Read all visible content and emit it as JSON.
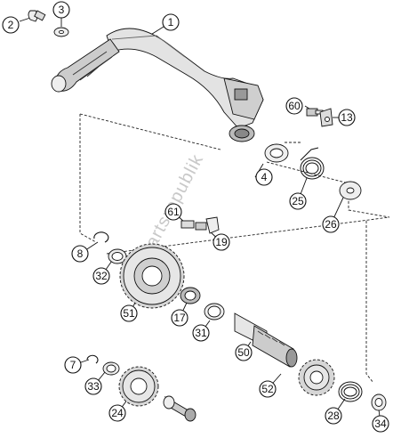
{
  "watermark": "Partsrepublik",
  "callouts": [
    {
      "id": "c2",
      "label": "2"
    },
    {
      "id": "c3",
      "label": "3"
    },
    {
      "id": "c1",
      "label": "1"
    },
    {
      "id": "c60",
      "label": "60"
    },
    {
      "id": "c13",
      "label": "13"
    },
    {
      "id": "c4",
      "label": "4"
    },
    {
      "id": "c25",
      "label": "25"
    },
    {
      "id": "c26",
      "label": "26"
    },
    {
      "id": "c61",
      "label": "61"
    },
    {
      "id": "c19",
      "label": "19"
    },
    {
      "id": "c8",
      "label": "8"
    },
    {
      "id": "c32",
      "label": "32"
    },
    {
      "id": "c51",
      "label": "51"
    },
    {
      "id": "c17",
      "label": "17"
    },
    {
      "id": "c31",
      "label": "31"
    },
    {
      "id": "c50",
      "label": "50"
    },
    {
      "id": "c7",
      "label": "7"
    },
    {
      "id": "c33",
      "label": "33"
    },
    {
      "id": "c24",
      "label": "24"
    },
    {
      "id": "c52",
      "label": "52"
    },
    {
      "id": "c28",
      "label": "28"
    },
    {
      "id": "c34",
      "label": "34"
    }
  ]
}
